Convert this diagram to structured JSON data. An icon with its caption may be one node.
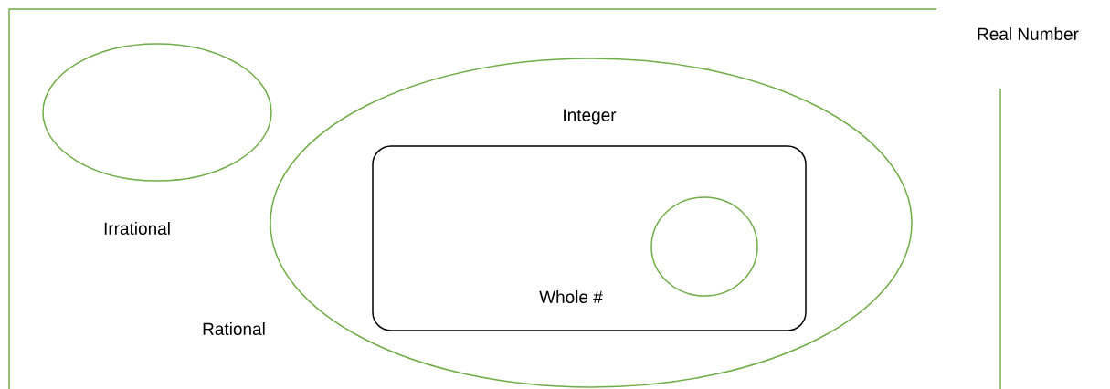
{
  "diagram": {
    "nodes": [
      {
        "text": [
          "Real Number"
        ]
      },
      {
        "text": [
          "Irrational"
        ],
        "in": 0
      },
      {
        "text": [
          "Rational"
        ],
        "in": 0
      },
      {
        "text": [
          "Integer",
          "Whole #"
        ],
        "in": 2
      },
      {
        "text": [],
        "shape": "circle",
        "in": 3
      }
    ]
  }
}
